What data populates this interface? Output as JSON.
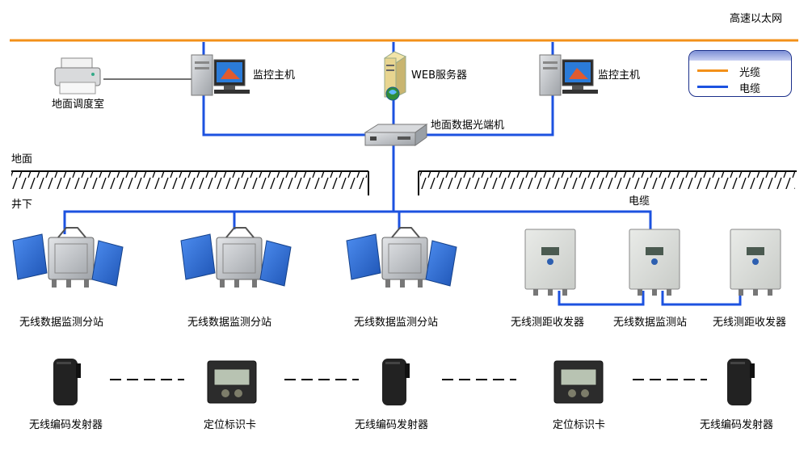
{
  "diagram": {
    "top_network_label": "高速以太网",
    "legend": {
      "items": [
        {
          "label": "光缆",
          "color": "#f39019"
        },
        {
          "label": "电缆",
          "color": "#1c52e0"
        }
      ]
    },
    "ground": {
      "label_above": "地面",
      "label_below": "井下",
      "cable_label": "电缆"
    },
    "surface_devices": {
      "dispatch_room": "地面调度室",
      "monitor_host_left": "监控主机",
      "web_server": "WEB服务器",
      "monitor_host_right": "监控主机",
      "optical_terminal": "地面数据光端机"
    },
    "underground_stations": [
      "无线数据监测分站",
      "无线数据监测分站",
      "无线数据监测分站",
      "无线测距收发器",
      "无线数据监测站",
      "无线测距收发器"
    ],
    "field_devices": [
      "无线编码发射器",
      "定位标识卡",
      "无线编码发射器",
      "定位标识卡",
      "无线编码发射器"
    ],
    "colors": {
      "fiber": "#f39019",
      "cable": "#1c52e0",
      "station_blue": "#2b6fd6",
      "metal": "#b9bcc0"
    }
  }
}
